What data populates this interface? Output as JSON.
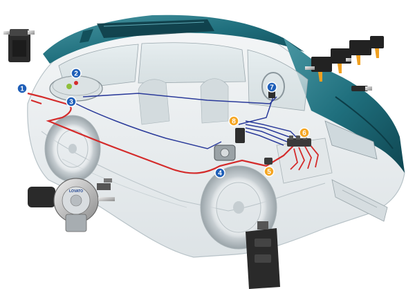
{
  "diagram": {
    "markers": [
      {
        "num": "1",
        "color": "#1f5fb8"
      },
      {
        "num": "2",
        "color": "#1f5fb8"
      },
      {
        "num": "3",
        "color": "#1f5fb8"
      },
      {
        "num": "4",
        "color": "#1f5fb8"
      },
      {
        "num": "5",
        "color": "#f5a623"
      },
      {
        "num": "6",
        "color": "#f5a623"
      },
      {
        "num": "7",
        "color": "#1f5fb8"
      },
      {
        "num": "8",
        "color": "#f5a623"
      }
    ],
    "reducer_brand": "LOVATO",
    "colors": {
      "body_paint": "#1f6f7d",
      "gas_line": "#d42b2b",
      "signal_line": "#2a3a9a",
      "marker_blue": "#1f5fb8",
      "marker_orange": "#f5a623"
    }
  }
}
